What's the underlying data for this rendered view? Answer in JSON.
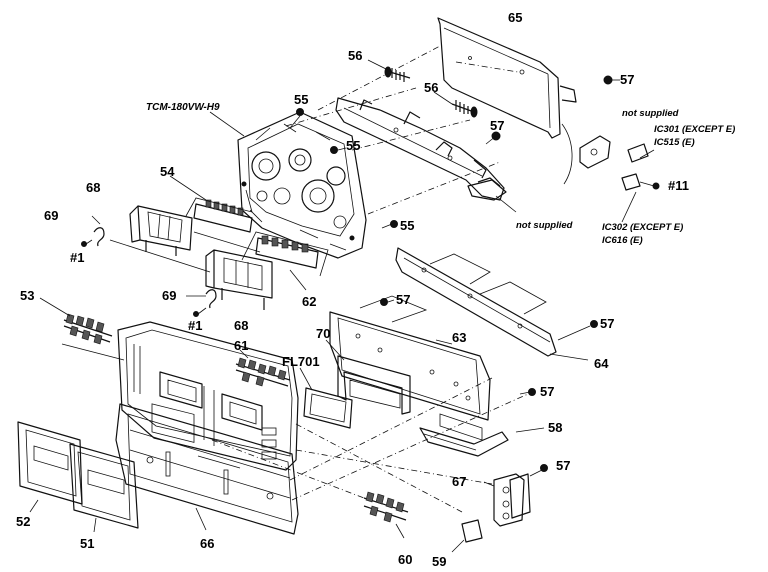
{
  "diagram": {
    "parts": [
      {
        "id": "p65",
        "label": "65"
      },
      {
        "id": "p56a",
        "label": "56"
      },
      {
        "id": "p56b",
        "label": "56"
      },
      {
        "id": "p57a",
        "label": "57"
      },
      {
        "id": "p57b",
        "label": "57"
      },
      {
        "id": "p55a",
        "label": "55"
      },
      {
        "id": "p55b",
        "label": "55"
      },
      {
        "id": "p55c",
        "label": "55"
      },
      {
        "id": "p54",
        "label": "54"
      },
      {
        "id": "p68a",
        "label": "68"
      },
      {
        "id": "p69a",
        "label": "69"
      },
      {
        "id": "p1a",
        "label": "#1"
      },
      {
        "id": "p69b",
        "label": "69"
      },
      {
        "id": "p1b",
        "label": "#1"
      },
      {
        "id": "p68b",
        "label": "68"
      },
      {
        "id": "p62",
        "label": "62"
      },
      {
        "id": "p53",
        "label": "53"
      },
      {
        "id": "p57c",
        "label": "57"
      },
      {
        "id": "p57d",
        "label": "57"
      },
      {
        "id": "p70",
        "label": "70"
      },
      {
        "id": "p63",
        "label": "63"
      },
      {
        "id": "p64",
        "label": "64"
      },
      {
        "id": "p61",
        "label": "61"
      },
      {
        "id": "pfl701",
        "label": "FL701"
      },
      {
        "id": "p57e",
        "label": "57"
      },
      {
        "id": "p58",
        "label": "58"
      },
      {
        "id": "p67",
        "label": "67"
      },
      {
        "id": "p57f",
        "label": "57"
      },
      {
        "id": "p52",
        "label": "52"
      },
      {
        "id": "p51",
        "label": "51"
      },
      {
        "id": "p66",
        "label": "66"
      },
      {
        "id": "p60",
        "label": "60"
      },
      {
        "id": "p59",
        "label": "59"
      },
      {
        "id": "p11",
        "label": "#11"
      }
    ],
    "mechanism_model": "TCM-180VW-H9",
    "notes": {
      "not_supplied_top": "not supplied",
      "not_supplied_bracket": "not supplied",
      "ic_upper_line1": "IC301 (EXCEPT E)",
      "ic_upper_line2": "IC515 (E)",
      "ic_lower_line1": "IC302 (EXCEPT E)",
      "ic_lower_line2": "IC616 (E)"
    }
  }
}
